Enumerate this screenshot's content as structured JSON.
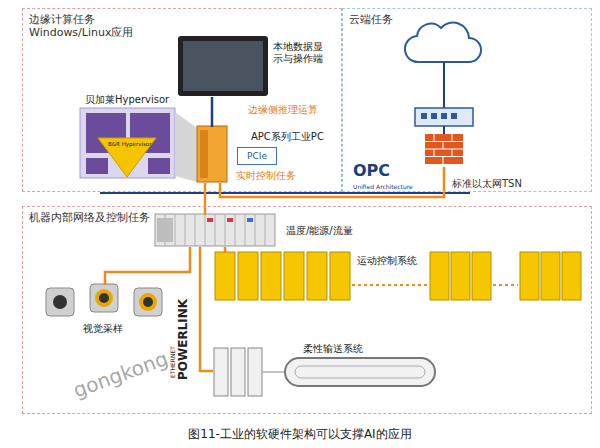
{
  "diagram": {
    "caption": "图11-工业的软硬件架构可以支撑AI的应用",
    "nodes": [
      {
        "text": [
          "边缘计算任务 Windows/Linux应用"
        ]
      },
      {
        "text": [
          "本地数据显示与操作端"
        ],
        "in": 0
      },
      {
        "text": [
          "贝加莱Hypervisor"
        ],
        "in": 0
      },
      {
        "text": [
          "APC系列工业PC"
        ],
        "in": 0
      },
      {
        "text": [
          "PCIe"
        ],
        "in": 0
      },
      {
        "text": [
          "云端任务"
        ]
      },
      {
        "text": [
          "OPC",
          "Unified Architecture"
        ],
        "in": 5
      },
      {
        "text": [
          "机器内部网络及控制任务"
        ]
      },
      {
        "text": [
          "温度/能源/流量"
        ],
        "in": 7
      },
      {
        "text": [
          "运动控制系统"
        ],
        "in": 7
      },
      {
        "text": [
          "视觉采样"
        ],
        "in": 7
      },
      {
        "text": [
          "柔性输送系统"
        ],
        "in": 7
      }
    ],
    "edges": [
      {
        "from": 1,
        "to": 3,
        "arrow": "none"
      },
      {
        "from": 3,
        "to": 6,
        "arrow": "none"
      },
      {
        "from": 3,
        "to": 8,
        "arrow": "none"
      },
      {
        "from": 8,
        "to": 9,
        "arrow": "none"
      },
      {
        "from": 8,
        "to": 10,
        "arrow": "none"
      },
      {
        "from": 8,
        "to": 11,
        "arrow": "none"
      }
    ],
    "labels": [
      "边缘侧推理运算",
      "实时控制任务",
      "标准以太网TSN",
      "ETHERNET",
      "POWERLINK",
      "gongkong",
      "B&R Hypervisor"
    ]
  }
}
